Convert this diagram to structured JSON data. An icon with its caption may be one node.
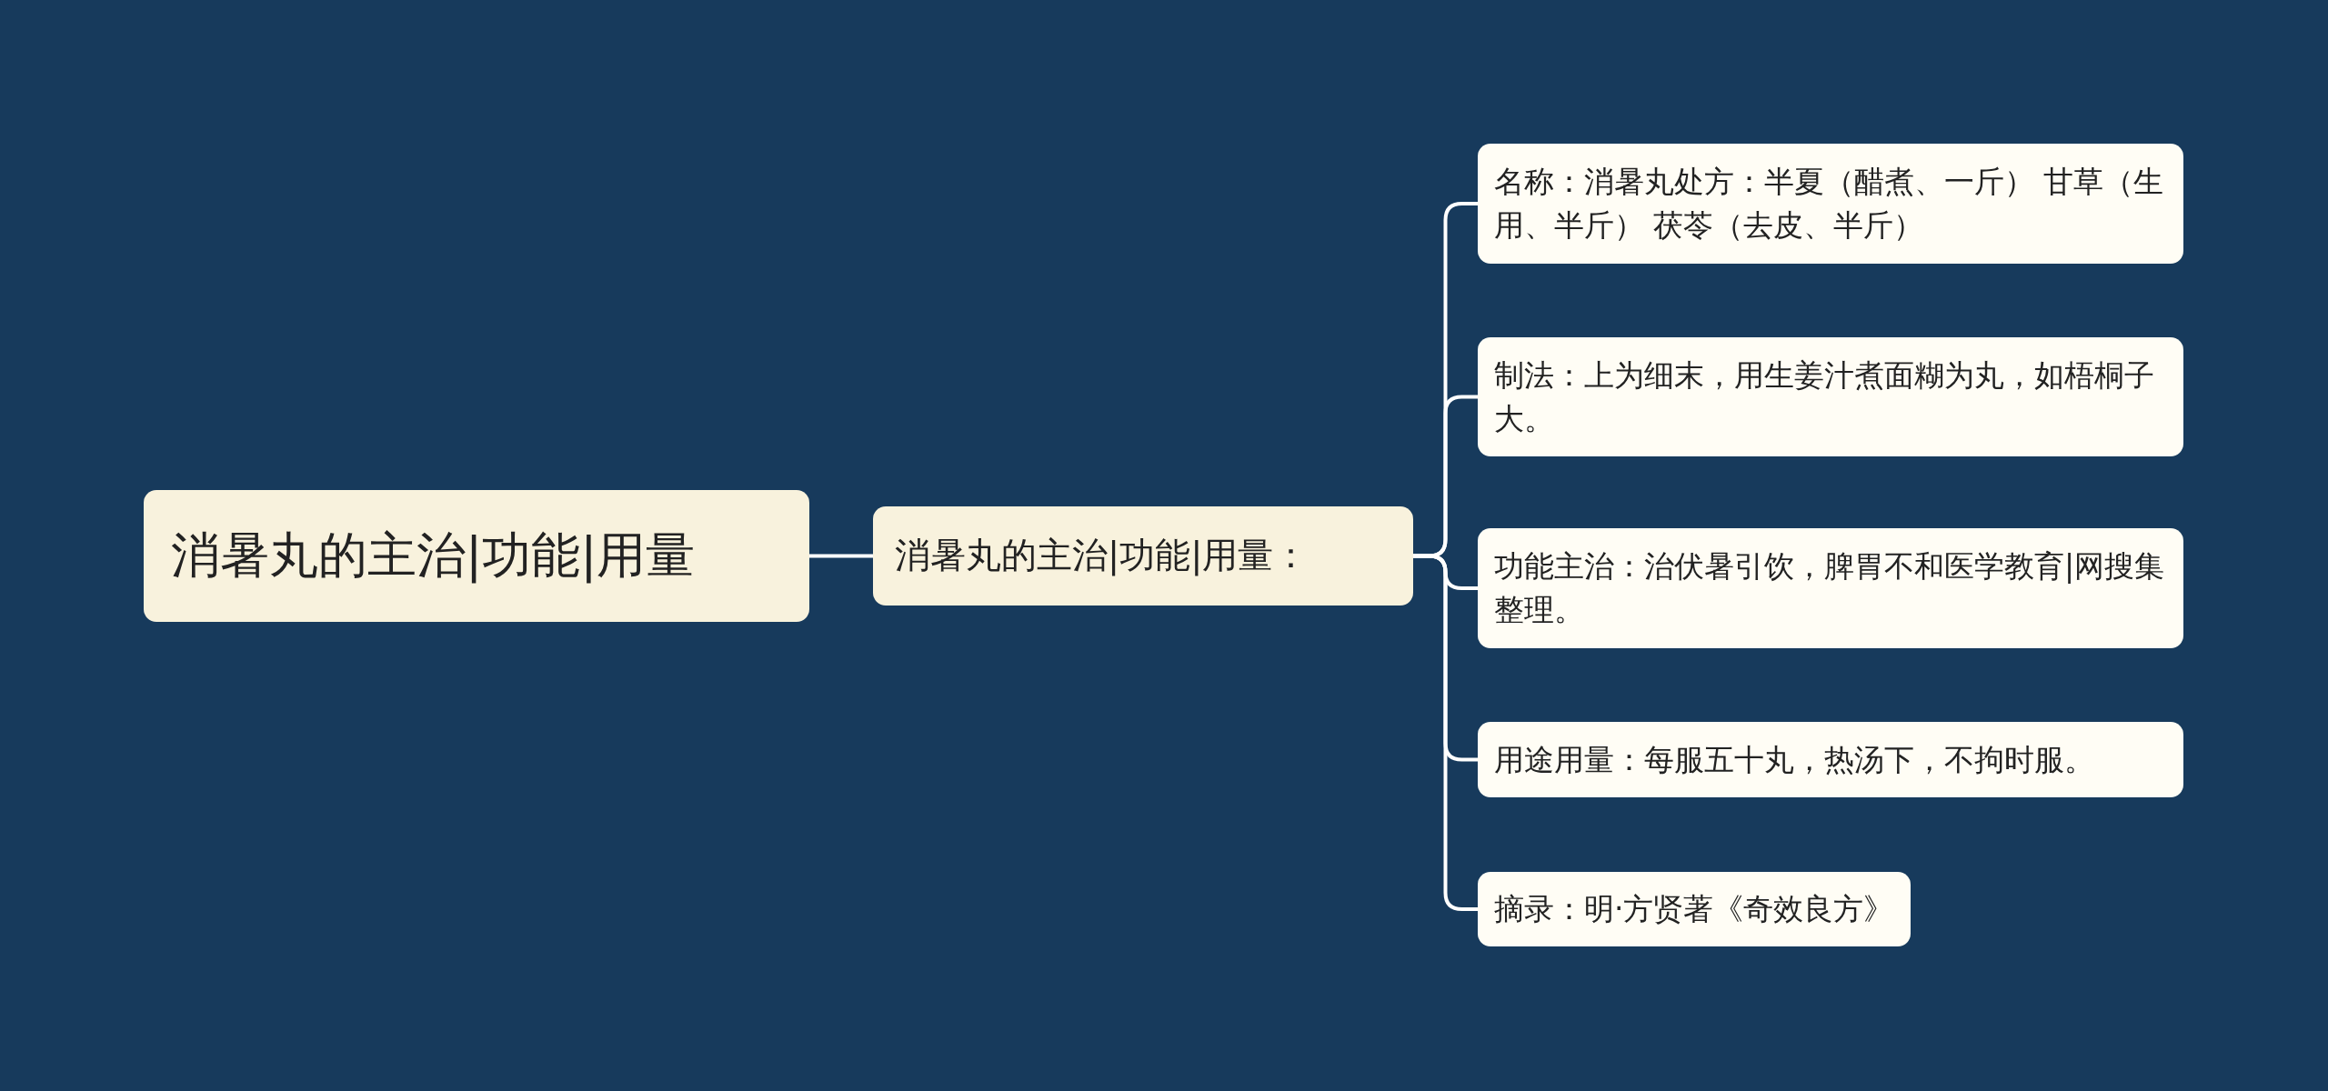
{
  "diagram": {
    "nodes": [
      {
        "text": [
          "消暑丸的主治|功能|用量"
        ]
      },
      {
        "text": [
          "消暑丸的主治|功能|用量："
        ]
      },
      {
        "text": [
          "名称：消暑丸处方：半夏（醋煮、一斤） 甘草（生用、半斤） 茯苓（去皮、半斤）"
        ]
      },
      {
        "text": [
          "制法：上为细末，用生姜汁煮面糊为丸，如梧桐子大。"
        ]
      },
      {
        "text": [
          "功能主治：治伏暑引饮，脾胃不和医学教育|网搜集整理。"
        ]
      },
      {
        "text": [
          "用途用量：每服五十丸，热汤下，不拘时服。"
        ]
      },
      {
        "text": [
          "摘录：明·方贤著《奇效良方》"
        ]
      }
    ],
    "edges": [
      {
        "from": 0,
        "to": 1,
        "arrow": "none"
      },
      {
        "from": 1,
        "to": 2,
        "arrow": "none"
      },
      {
        "from": 1,
        "to": 3,
        "arrow": "none"
      },
      {
        "from": 1,
        "to": 4,
        "arrow": "none"
      },
      {
        "from": 1,
        "to": 5,
        "arrow": "none"
      },
      {
        "from": 1,
        "to": 6,
        "arrow": "none"
      }
    ]
  }
}
